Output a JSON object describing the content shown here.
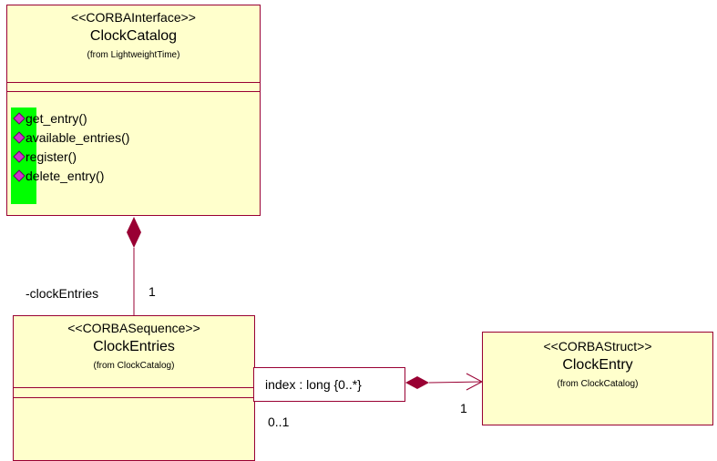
{
  "classes": {
    "clock_catalog": {
      "stereotype": "<<CORBAInterface>>",
      "name": "ClockCatalog",
      "from": "(from LightweightTime)",
      "operations": [
        "get_entry()",
        "available_entries()",
        "register()",
        "delete_entry()"
      ]
    },
    "clock_entries": {
      "stereotype": "<<CORBASequence>>",
      "name": "ClockEntries",
      "from": "(from ClockCatalog)"
    },
    "clock_entry": {
      "stereotype": "<<CORBAStruct>>",
      "name": "ClockEntry",
      "from": "(from ClockCatalog)"
    }
  },
  "associations": {
    "catalog_entries": {
      "role": "-clockEntries",
      "multiplicity": "1"
    },
    "entries_entry": {
      "qualifier": "index : long {0..*}",
      "source_multiplicity": "0..1",
      "target_multiplicity": "1"
    }
  },
  "colors": {
    "class_fill": "#ffffcc",
    "border": "#990033",
    "diamond": "#990033",
    "operation_highlight": "#00ff00",
    "operation_icon": "#cc33cc"
  },
  "icons": {
    "operation": "operation-diamond-icon"
  }
}
